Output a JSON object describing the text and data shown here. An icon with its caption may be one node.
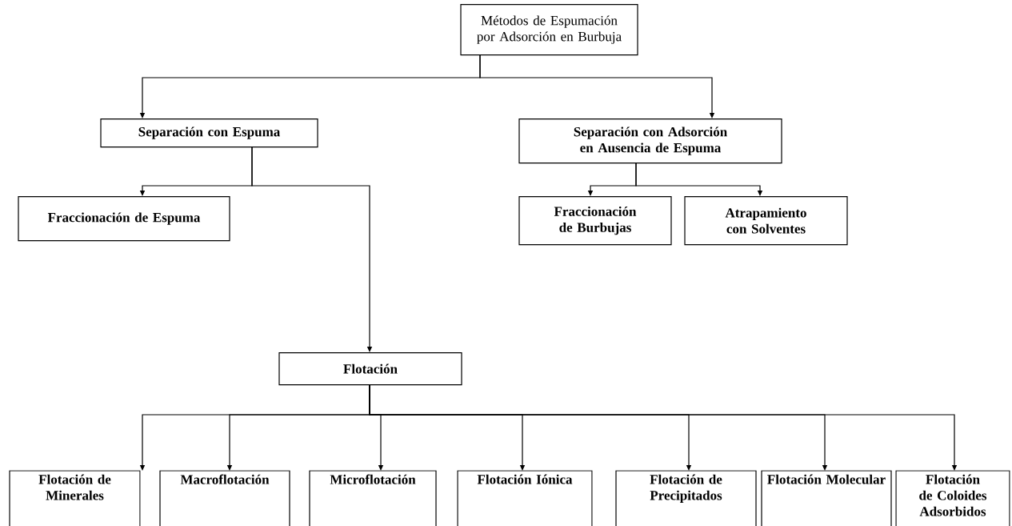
{
  "diagram": {
    "nodes": [
      {
        "text": [
          "Métodos de Espumación por Adsorción en Burbuja"
        ]
      },
      {
        "text": [
          "Separación con Espuma"
        ]
      },
      {
        "text": [
          "Separación con Adsorción en Ausencia de Espuma"
        ]
      },
      {
        "text": [
          "Fraccionación de Espuma"
        ]
      },
      {
        "text": [
          "Fraccionación de Burbujas"
        ]
      },
      {
        "text": [
          "Atrapamiento con Solventes"
        ]
      },
      {
        "text": [
          "Flotación"
        ]
      },
      {
        "text": [
          "Flotación de Minerales"
        ]
      },
      {
        "text": [
          "Macroflotación"
        ]
      },
      {
        "text": [
          "Microflotación"
        ]
      },
      {
        "text": [
          "Flotación Iónica"
        ]
      },
      {
        "text": [
          "Flotación de Precipitados"
        ]
      },
      {
        "text": [
          "Flotación Molecular"
        ]
      },
      {
        "text": [
          "Flotación de Coloides Adsorbidos"
        ]
      }
    ],
    "edges": [
      {
        "from": 0,
        "to": 1,
        "arrow": "to"
      },
      {
        "from": 0,
        "to": 2,
        "arrow": "to"
      },
      {
        "from": 1,
        "to": 3,
        "arrow": "to"
      },
      {
        "from": 1,
        "to": 6,
        "arrow": "to"
      },
      {
        "from": 2,
        "to": 4,
        "arrow": "to"
      },
      {
        "from": 2,
        "to": 5,
        "arrow": "to"
      },
      {
        "from": 6,
        "to": 7,
        "arrow": "to"
      },
      {
        "from": 6,
        "to": 8,
        "arrow": "to"
      },
      {
        "from": 6,
        "to": 9,
        "arrow": "to"
      },
      {
        "from": 6,
        "to": 10,
        "arrow": "to"
      },
      {
        "from": 6,
        "to": 11,
        "arrow": "to"
      },
      {
        "from": 6,
        "to": 12,
        "arrow": "to"
      },
      {
        "from": 6,
        "to": 13,
        "arrow": "to"
      }
    ]
  }
}
